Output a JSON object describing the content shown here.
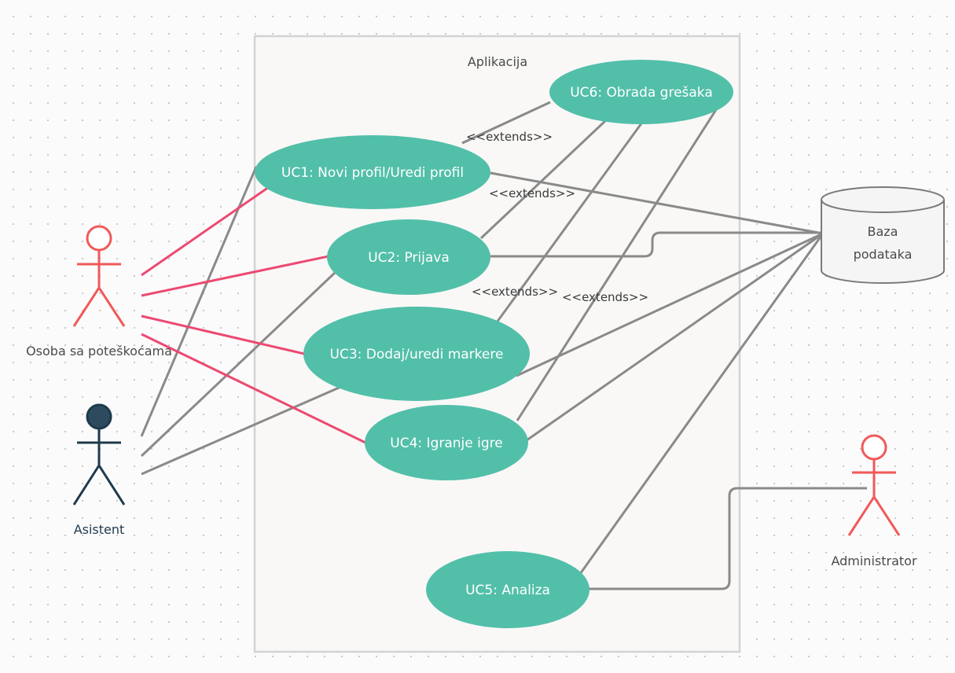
{
  "system": {
    "title": "Aplikacija"
  },
  "actors": {
    "person": {
      "label": "Osoba sa poteškoćama"
    },
    "assistant": {
      "label": "Asistent"
    },
    "admin": {
      "label": "Administrator"
    }
  },
  "use_cases": {
    "uc1": {
      "label": "UC1: Novi profil/Uredi profil"
    },
    "uc2": {
      "label": "UC2: Prijava"
    },
    "uc3": {
      "label": "UC3: Dodaj/uredi markere"
    },
    "uc4": {
      "label": "UC4: Igranje igre"
    },
    "uc5": {
      "label": "UC5: Analiza"
    },
    "uc6": {
      "label": "UC6: Obrada grešaka"
    }
  },
  "database": {
    "line1": "Baza",
    "line2": "podataka"
  },
  "relations": {
    "ext1": "<<extends>>",
    "ext2": "<<extends>>",
    "ext3": "<<extends>>",
    "ext4": "<<extends>>"
  },
  "colors": {
    "use_case_fill": "#52bfa9",
    "actor_red": "#f05959",
    "actor_dark": "#1e3a4c",
    "association_pink": "#ec4a72",
    "line_gray": "#8a8a8a"
  }
}
